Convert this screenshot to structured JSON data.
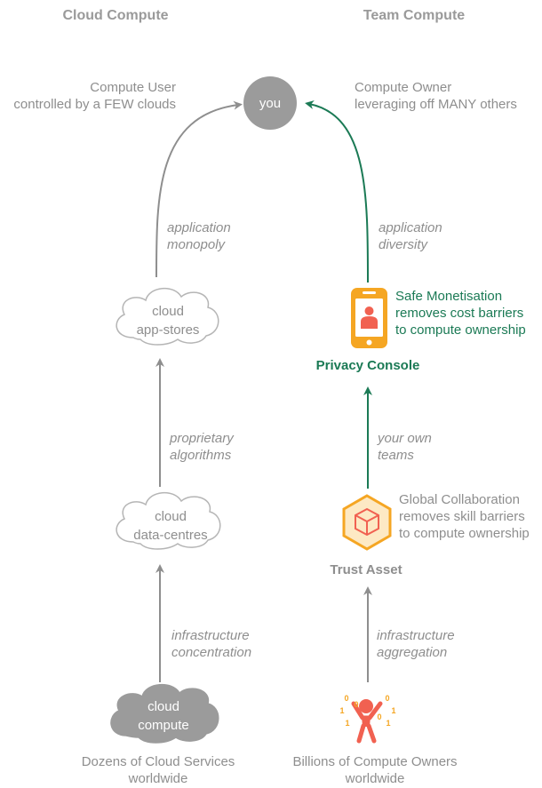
{
  "headers": {
    "left": "Cloud Compute",
    "right": "Team Compute"
  },
  "you": {
    "label": "you"
  },
  "left": {
    "top_caption": [
      "Compute User",
      "controlled by a FEW clouds"
    ],
    "edge_top": [
      "application",
      "monopoly"
    ],
    "appstores_cloud": [
      "cloud",
      "app-stores"
    ],
    "edge_mid": [
      "proprietary",
      "algorithms"
    ],
    "datacentres_cloud": [
      "cloud",
      "data-centres"
    ],
    "edge_bottom": [
      "infrastructure",
      "concentration"
    ],
    "compute_cloud": [
      "cloud",
      "compute"
    ],
    "bottom_caption": [
      "Dozens of Cloud Services",
      "worldwide"
    ]
  },
  "right": {
    "top_caption": [
      "Compute Owner",
      "leveraging off MANY others"
    ],
    "edge_top": [
      "application",
      "diversity"
    ],
    "console_note": [
      "Safe Monetisation",
      "removes cost barriers",
      "to compute ownership"
    ],
    "console_label": "Privacy Console",
    "edge_mid": [
      "your own",
      "teams"
    ],
    "collab_note": [
      "Global Collaboration",
      "removes skill barriers",
      "to compute ownership"
    ],
    "trust_label": "Trust Asset",
    "edge_bottom": [
      "infrastructure",
      "aggregation"
    ],
    "owner_bits": [
      "0",
      "1",
      "1",
      "0",
      "0",
      "1",
      "1",
      "0"
    ],
    "bottom_caption": [
      "Billions of Compute Owners",
      "worldwide"
    ]
  },
  "colors": {
    "grey": "#8e8e8e",
    "green": "#1b7a55",
    "orange": "#f5a623",
    "red": "#f16151",
    "cloud_fill": "#9b9b9b"
  }
}
